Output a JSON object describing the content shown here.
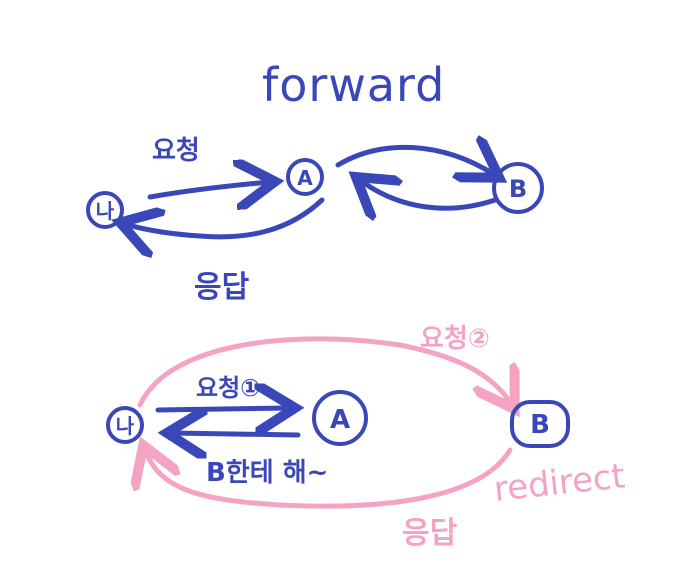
{
  "colors": {
    "ink": "#3a47b8",
    "pink": "#f5a3c3",
    "background": "#ffffff"
  },
  "forward": {
    "title": "forward",
    "node_me": "나",
    "node_a": "A",
    "node_b": "B",
    "label_request": "요청",
    "label_response": "응답"
  },
  "redirect": {
    "title": "redirect",
    "node_me": "나",
    "node_a": "A",
    "node_b": "B",
    "label_request1": "요청①",
    "label_reply_a": "B한테 해~",
    "label_request2": "요청②",
    "label_response": "응답"
  }
}
